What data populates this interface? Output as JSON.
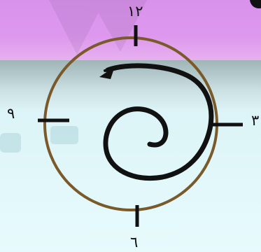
{
  "dial": {
    "labels": {
      "top": "١٢",
      "right": "٣",
      "bottom": "٦",
      "left": "٩"
    },
    "colors": {
      "ring": "#7a5a2b",
      "ticks": "#111111",
      "spiral": "#111111"
    },
    "icon": "spiral-arrow-counterclockwise-icon"
  }
}
